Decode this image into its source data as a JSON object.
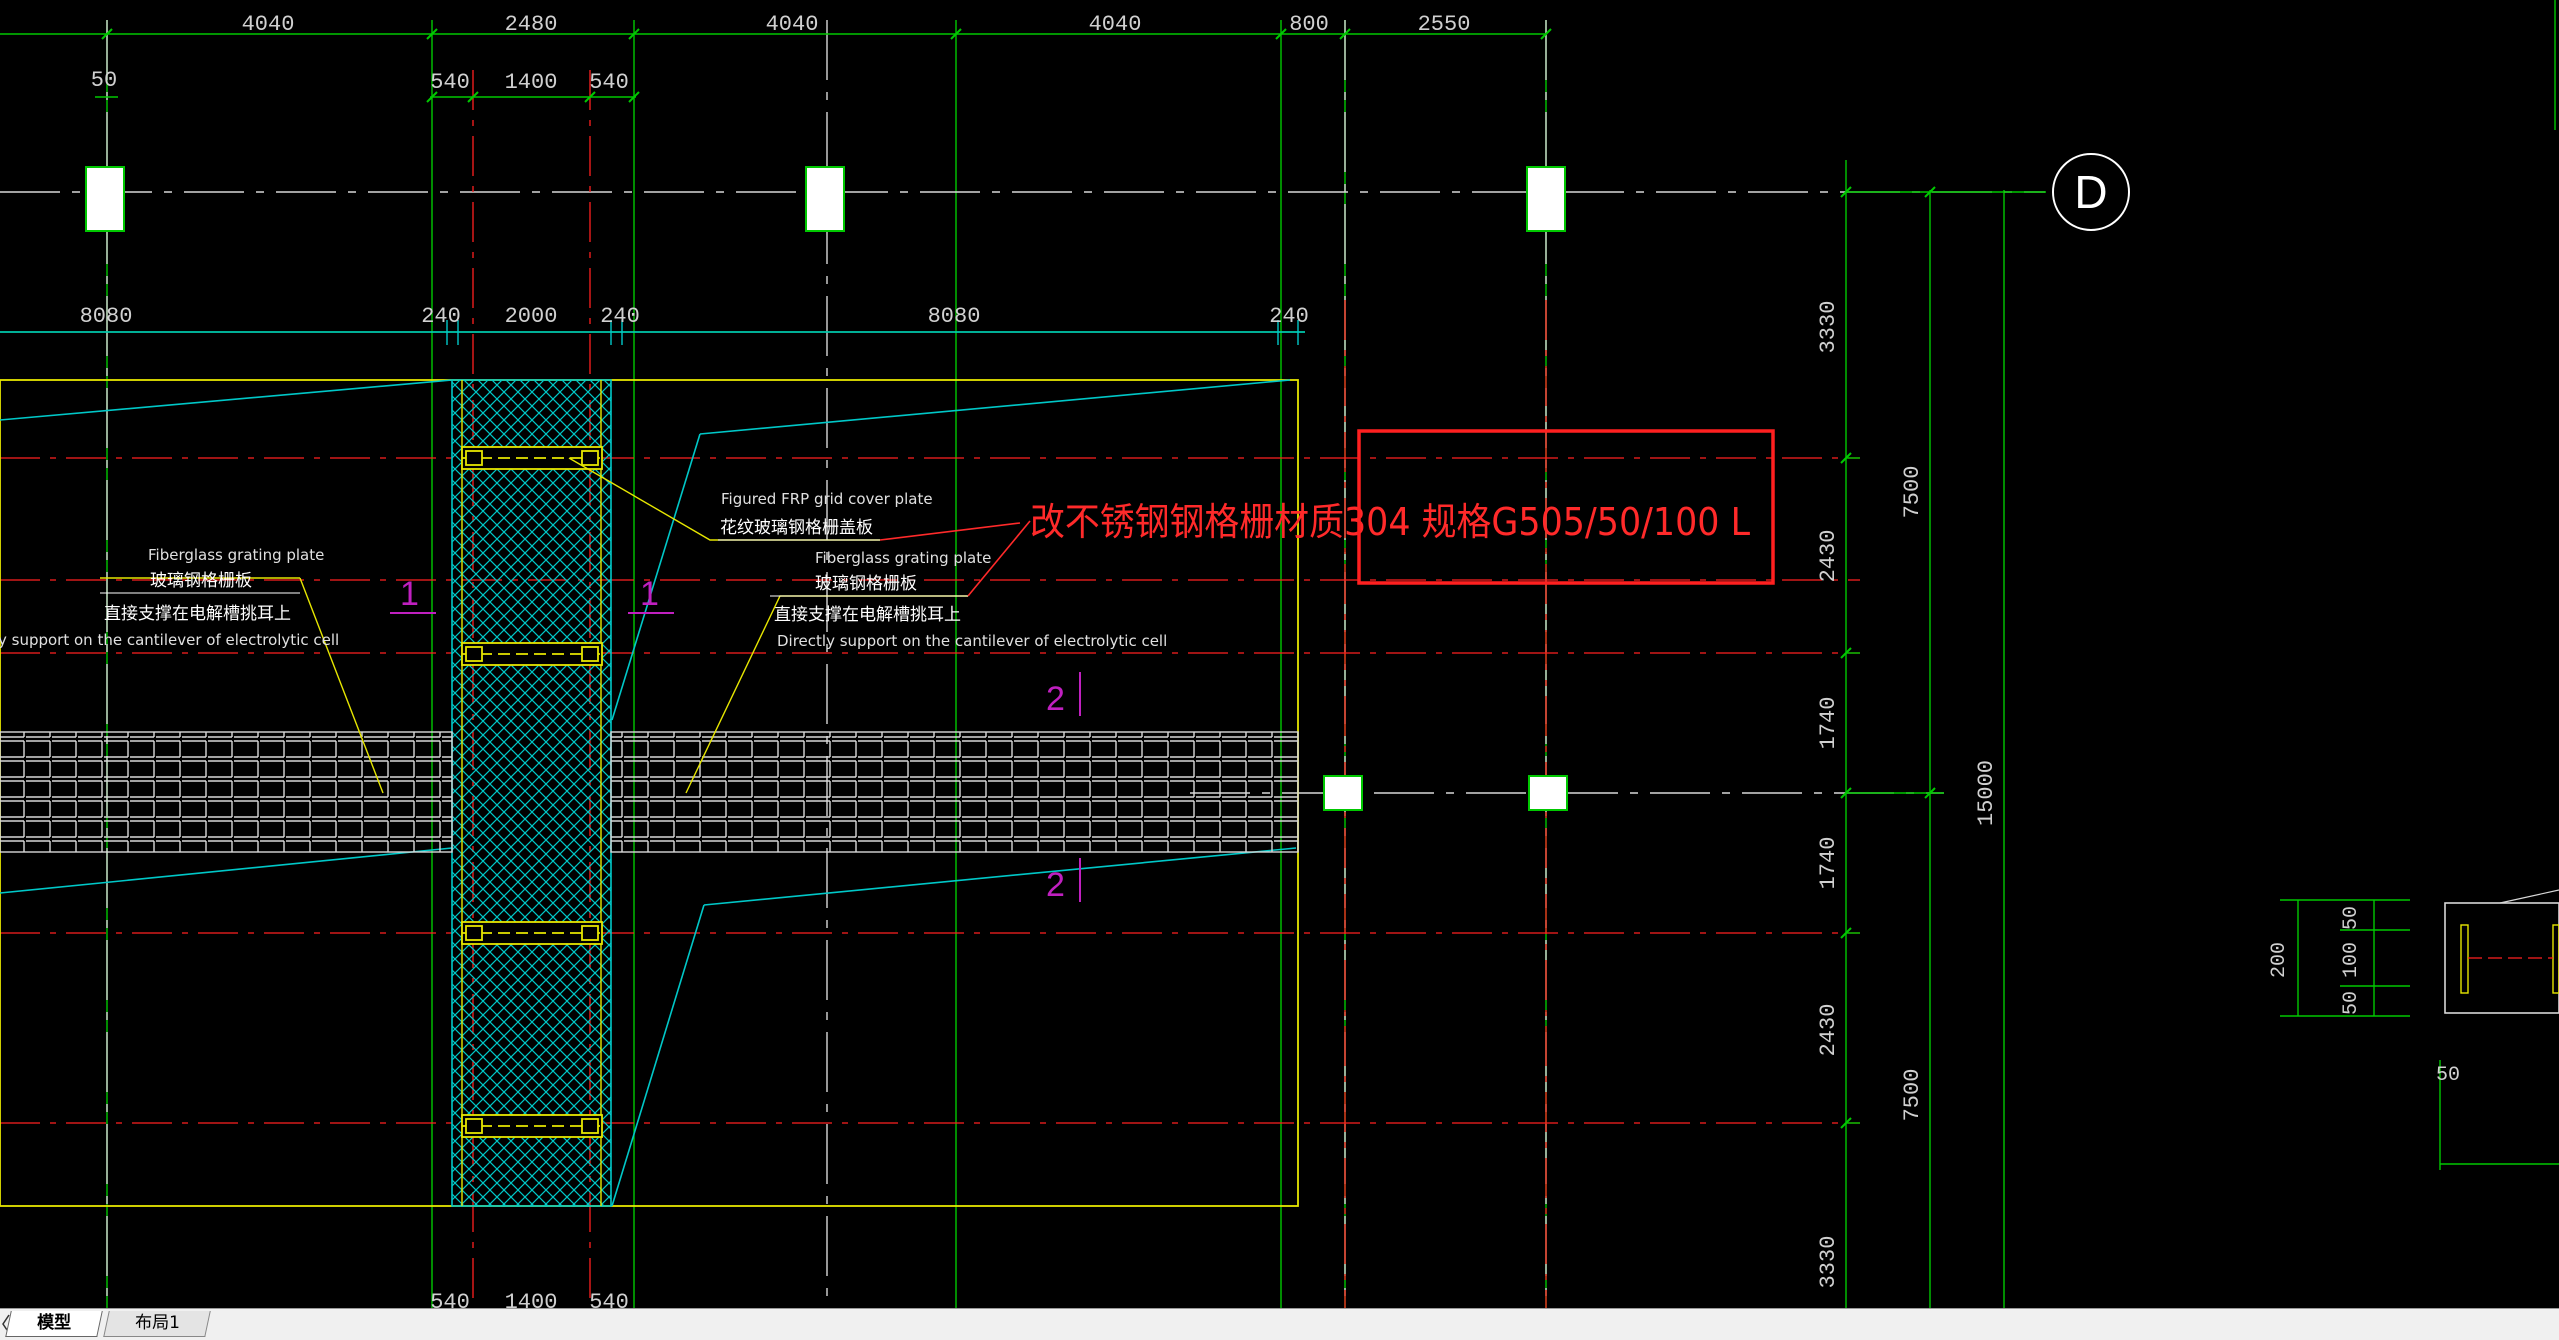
{
  "colors": {
    "background": "#000000",
    "dim_green": "#00c800",
    "dim_text": "#d0d0d0",
    "axis_line": "#ffffff",
    "hidden_red": "#ff2020",
    "outline_yellow": "#e6e600",
    "grating_cyan": "#00c8c8",
    "markup_red": "#ff2a2a",
    "section_magenta": "#c020c0",
    "tabbar_bg": "#f0f0f0"
  },
  "dimensions": {
    "top_row1": [
      "4040",
      "2480",
      "4040",
      "4040",
      "800",
      "2550"
    ],
    "top_row2": [
      "50",
      "540",
      "1400",
      "540"
    ],
    "mid_row": [
      "8080",
      "240",
      "2000",
      "240",
      "8080",
      "240"
    ],
    "bottom_row": [
      "540",
      "1400",
      "540"
    ],
    "right_vertical": [
      "3330",
      "2430",
      "1740",
      "1740",
      "2430",
      "3330"
    ],
    "right_vertical_total": [
      "7500",
      "15000",
      "7500"
    ],
    "detail": [
      "200",
      "50",
      "100",
      "50",
      "50"
    ]
  },
  "axis_label": "D",
  "annotations": {
    "frp_cover_en": "Figured FRP grid cover plate",
    "frp_cover_cn": "花纹玻璃钢格栅盖板",
    "grating_left_en": "Fiberglass grating plate",
    "grating_left_cn": "玻璃钢格栅板",
    "support_left_cn": "直接支撑在电解槽挑耳上",
    "support_left_en": "y support on the cantilever of electrolytic cell",
    "grating_right_en": "Fiberglass grating plate",
    "grating_right_cn": "玻璃钢格栅板",
    "support_right_cn": "直接支撑在电解槽挑耳上",
    "support_right_en": "Directly support on the cantilever of electrolytic cell"
  },
  "markup": {
    "text": "改不锈钢钢格栅材质304 规格G505/50/100 L"
  },
  "section_marks": [
    "1",
    "1",
    "2",
    "2"
  ],
  "tabs": [
    {
      "label": "模型",
      "active": true
    },
    {
      "label": "布局1",
      "active": false
    }
  ]
}
